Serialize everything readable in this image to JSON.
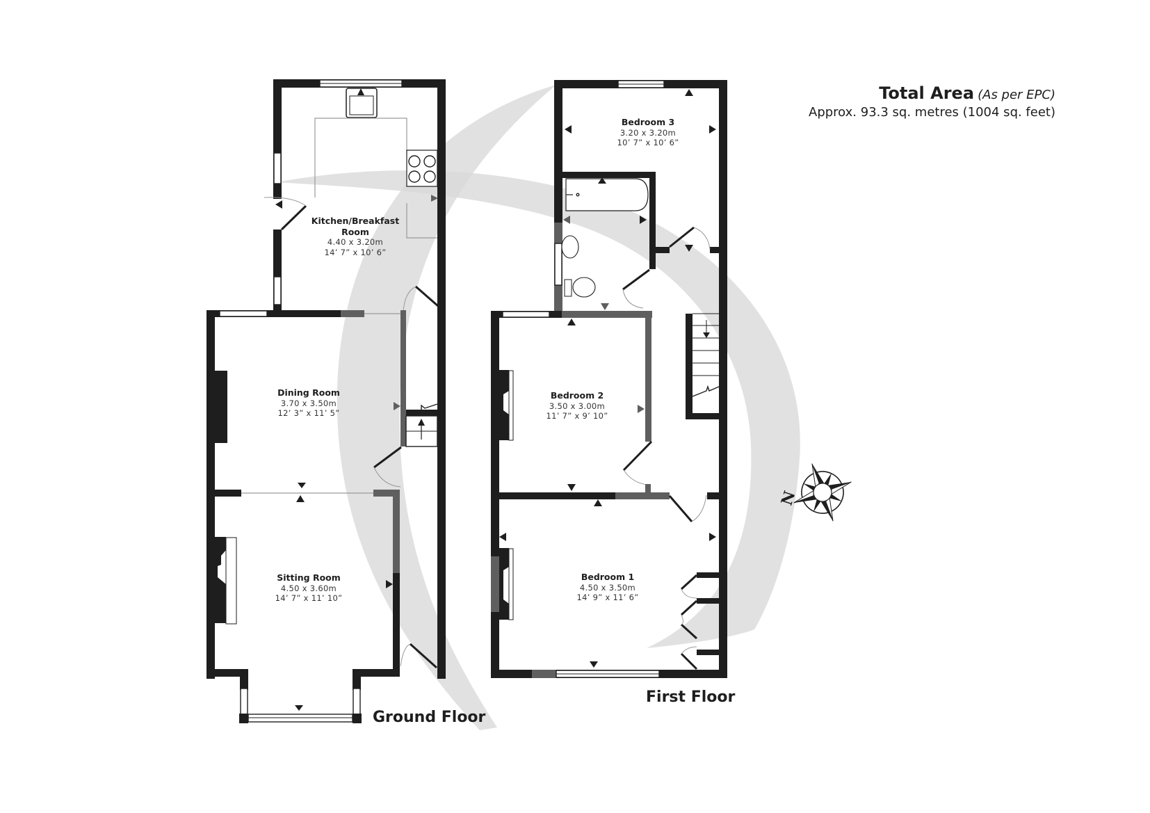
{
  "total_area": {
    "title": "Total Area",
    "note": "(As per EPC)",
    "line": "Approx. 93.3 sq. metres (1004 sq. feet)",
    "sq_metres": 93.3,
    "sq_feet": 1004
  },
  "floors": [
    {
      "title": "Ground Floor",
      "rooms": [
        {
          "name": "Kitchen/Breakfast",
          "name2": "Room",
          "metric": "4.40 x 3.20m",
          "imperial": "14’ 7” x 10’ 6”"
        },
        {
          "name": "Dining Room",
          "metric": "3.70 x 3.50m",
          "imperial": "12’ 3” x 11’ 5”"
        },
        {
          "name": "Sitting Room",
          "metric": "4.50 x 3.60m",
          "imperial": "14’ 7” x 11’ 10”"
        }
      ]
    },
    {
      "title": "First Floor",
      "rooms": [
        {
          "name": "Bedroom 3",
          "metric": "3.20 x 3.20m",
          "imperial": "10’ 7” x 10’ 6”"
        },
        {
          "name": "Bedroom 2",
          "metric": "3.50 x 3.00m",
          "imperial": "11’ 7” x 9’ 10”"
        },
        {
          "name": "Bedroom 1",
          "metric": "4.50 x 3.50m",
          "imperial": "14’ 9” x 11’ 6”"
        }
      ]
    }
  ],
  "compass": {
    "label": "N",
    "icon": "compass-rose-icon"
  },
  "colors": {
    "wall": "#1e1e1e",
    "wall_under_watermark": "#5f5f5f",
    "watermark": "#d8d8d8",
    "background": "#ffffff"
  }
}
